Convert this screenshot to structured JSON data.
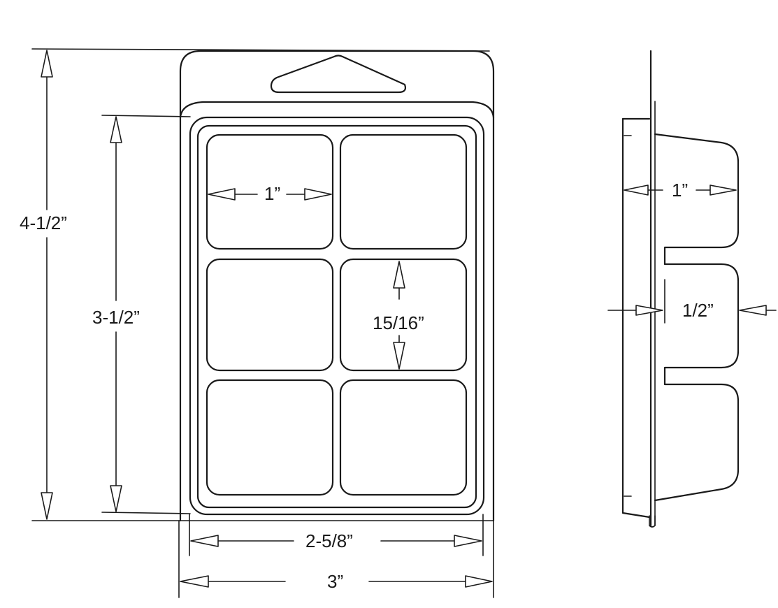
{
  "labels": {
    "overall_height": "4-1/2”",
    "blister_height": "3-1/2”",
    "cavity_width": "1”",
    "cavity_height": "15/16”",
    "blister_width": "2-5/8”",
    "overall_width": "3”",
    "side_cavity_width": "1”",
    "side_depth": "1/2”"
  }
}
